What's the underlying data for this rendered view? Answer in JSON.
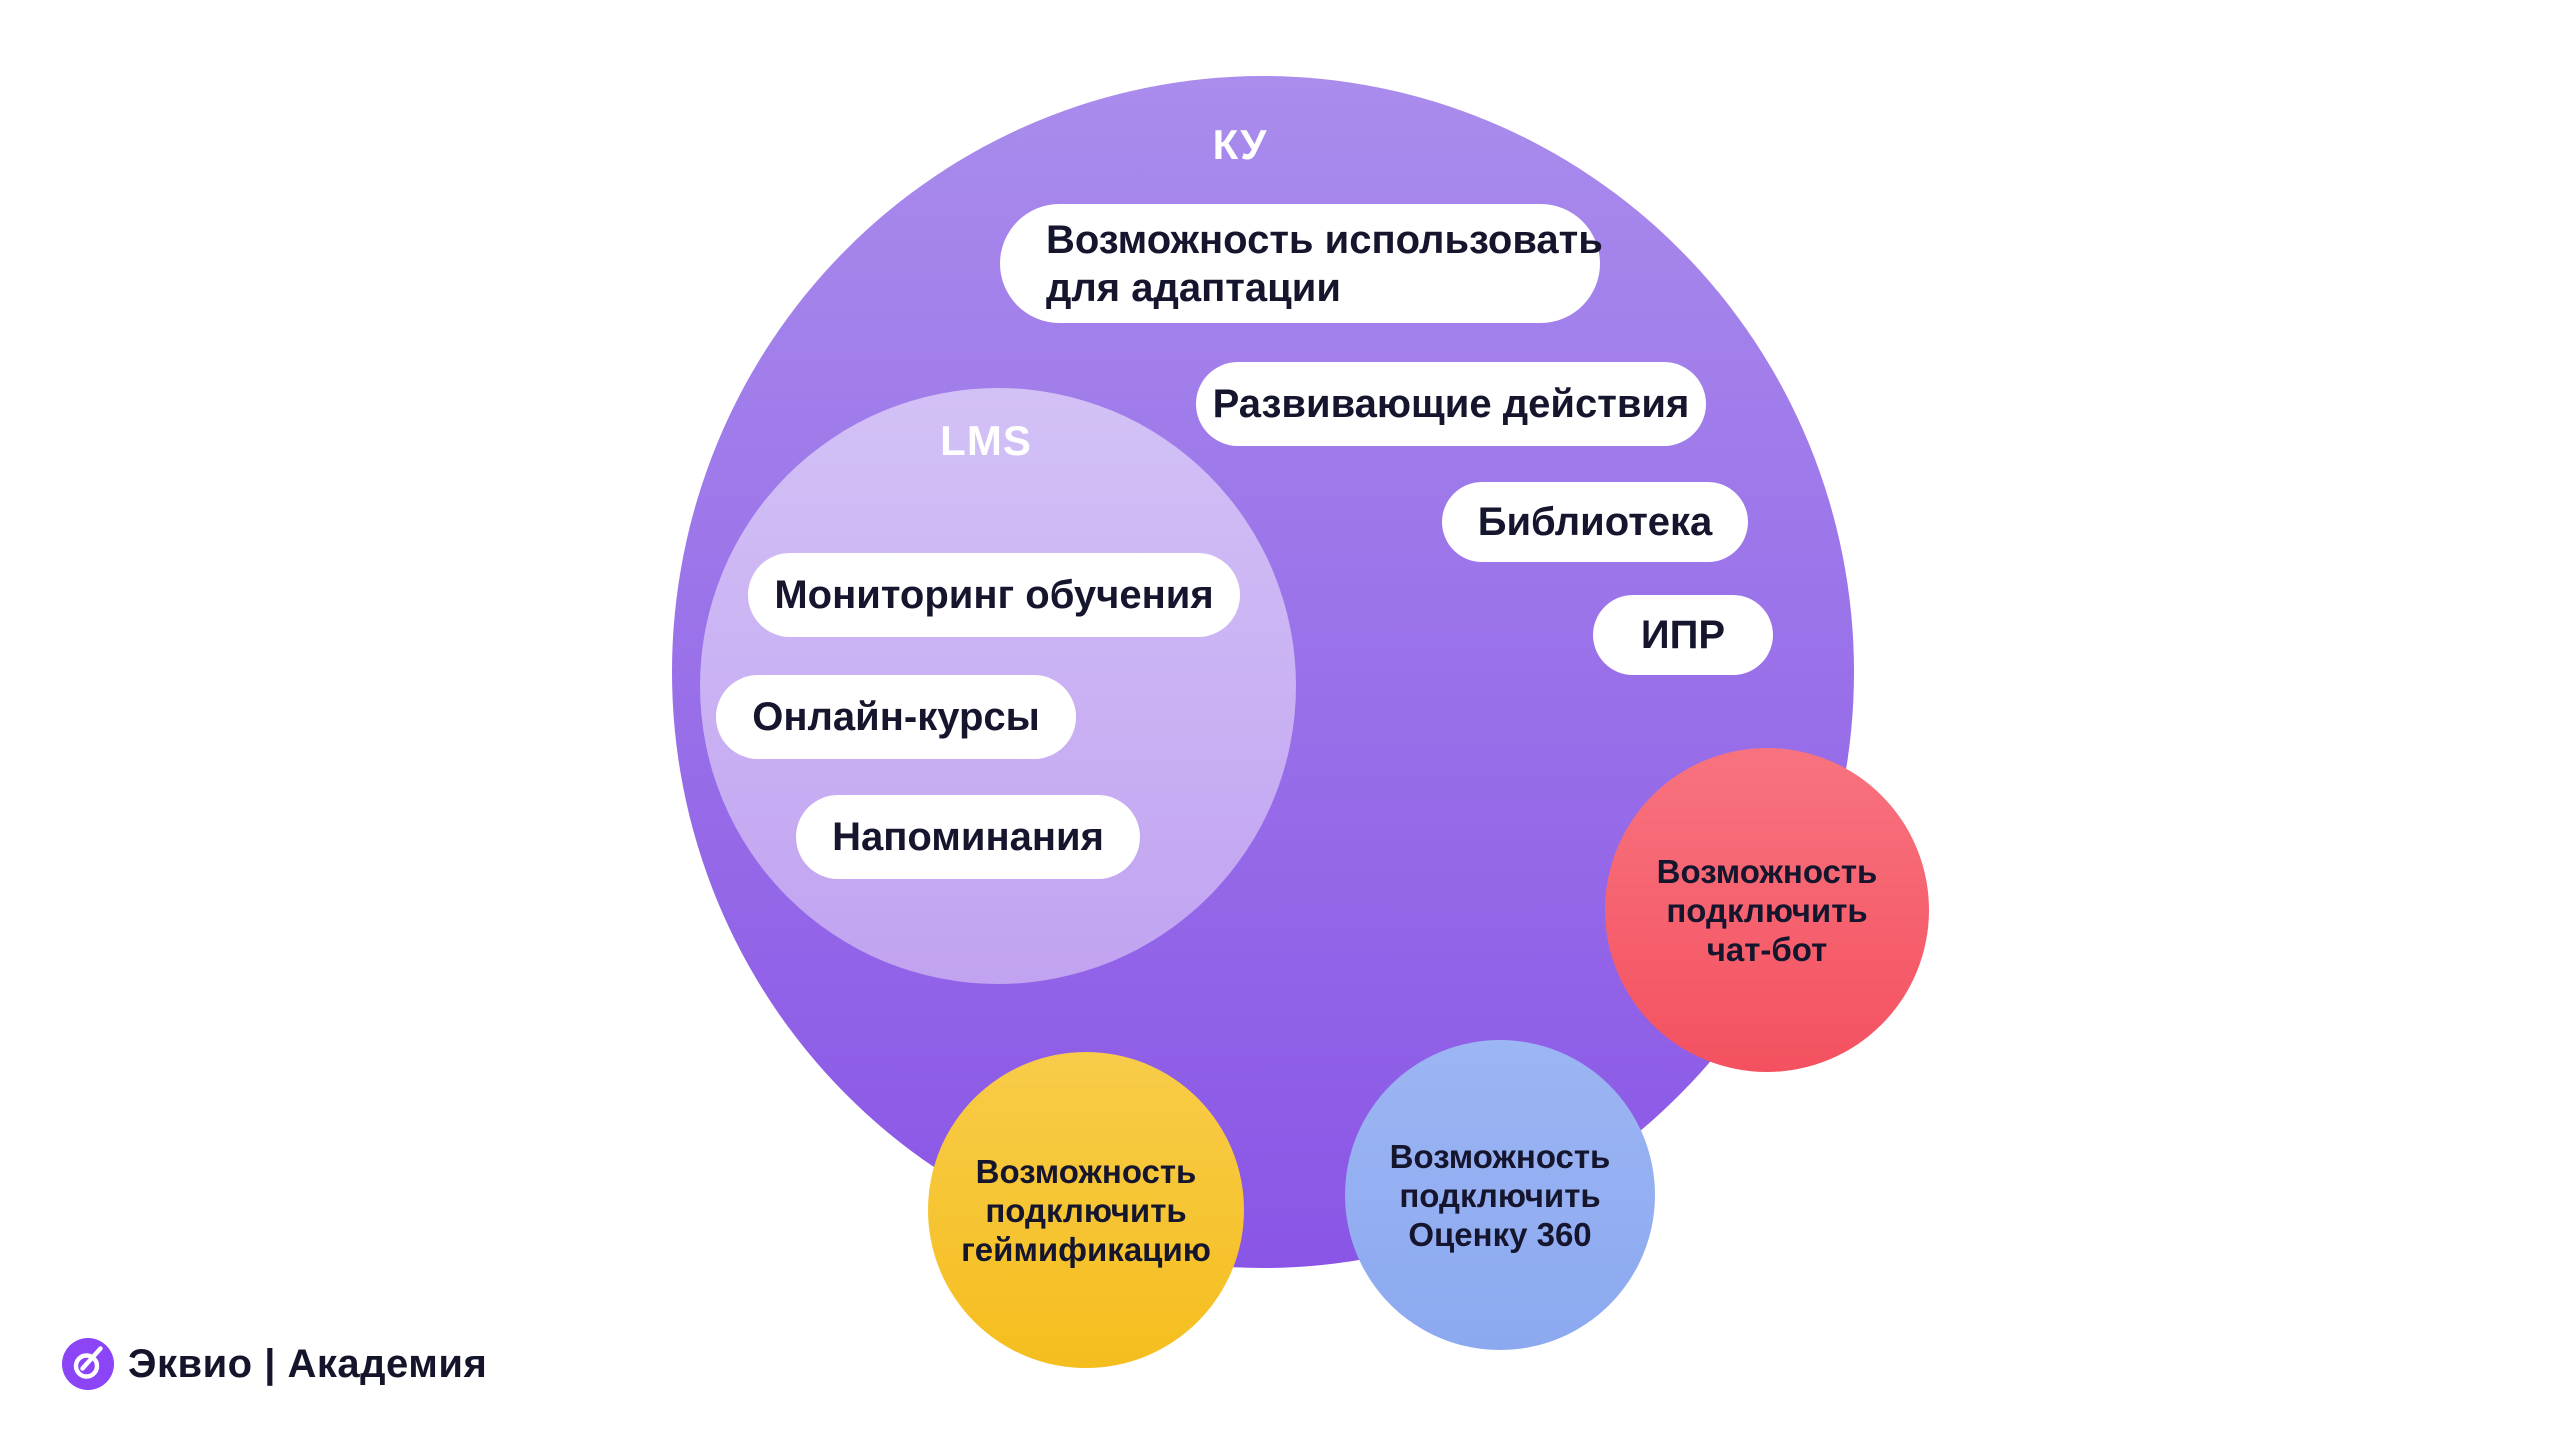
{
  "canvas": {
    "background": "#FFFFFF",
    "text_color": "#15162E"
  },
  "outer_circle": {
    "label": "КУ",
    "gradient": {
      "top": "#A98CEC",
      "bottom": "#8A55E6"
    },
    "pills": {
      "adaptation": {
        "lines": [
          "Возможность использовать",
          "для адаптации"
        ]
      },
      "development": {
        "label": "Развивающие действия"
      },
      "library": {
        "label": "Библиотека"
      },
      "ipr": {
        "label": "ИПР"
      }
    }
  },
  "lms_circle": {
    "label": "LMS",
    "gradient": {
      "top": "#D2C1F6",
      "bottom": "#C1A3F1"
    },
    "pills": {
      "monitoring": {
        "label": "Мониторинг обучения"
      },
      "online_courses": {
        "label": "Онлайн-курсы"
      },
      "reminders": {
        "label": "Напоминания"
      }
    }
  },
  "satellites": {
    "chatbot": {
      "lines": [
        "Возможность",
        "подключить",
        "чат-бот"
      ],
      "gradient": {
        "top": "#F8737F",
        "bottom": "#F45160"
      }
    },
    "gamification": {
      "lines": [
        "Возможность",
        "подключить",
        "геймификацию"
      ],
      "gradient": {
        "top": "#F8CC49",
        "bottom": "#F5BE1E"
      }
    },
    "assessment_360": {
      "lines": [
        "Возможность",
        "подключить",
        "Оценку 360"
      ],
      "gradient": {
        "top": "#9CB5F3",
        "bottom": "#8CA9F0"
      }
    }
  },
  "footer": {
    "brand_text": "Эквио | Академия",
    "brand_color": "#8B45F6",
    "brand_text_color": "#14152B"
  }
}
